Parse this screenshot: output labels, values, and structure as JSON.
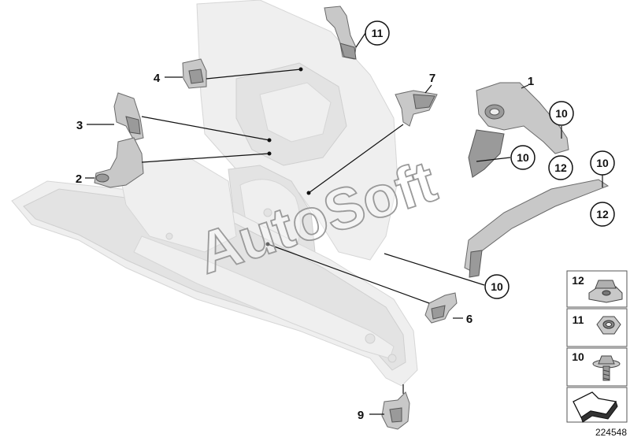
{
  "callouts": {
    "c1": "1",
    "c2": "2",
    "c3": "3",
    "c4": "4",
    "c6": "6",
    "c7": "7",
    "c9": "9",
    "c10a": "10",
    "c10b": "10",
    "c10c": "10",
    "c10d": "10",
    "c11": "11",
    "c12a": "12",
    "c12b": "12"
  },
  "legend": {
    "items": [
      {
        "number": "12",
        "icon": "clip-nut-icon"
      },
      {
        "number": "11",
        "icon": "hex-nut-icon"
      },
      {
        "number": "10",
        "icon": "flange-bolt-icon"
      }
    ]
  },
  "watermark": "AutoSoft",
  "diagram_id": "224548"
}
